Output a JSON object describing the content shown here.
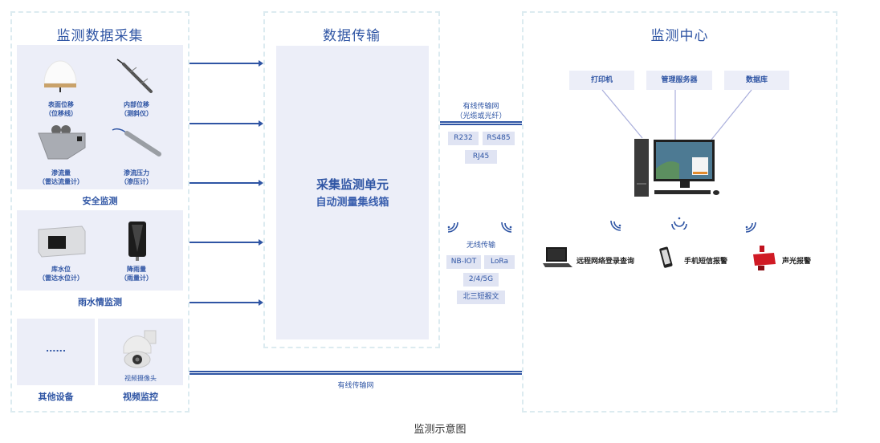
{
  "caption": "监测示意图",
  "sections": {
    "collection": {
      "title": "监测数据采集",
      "safety": {
        "label": "安全监测",
        "devices": [
          {
            "name": "表面位移",
            "sub": "（位移线）"
          },
          {
            "name": "内部位移",
            "sub": "（测斜仪）"
          },
          {
            "name": "渗流量",
            "sub": "（雷达流量计）"
          },
          {
            "name": "渗流压力",
            "sub": "（渗压计）"
          }
        ]
      },
      "rain": {
        "label": "雨水情监测",
        "devices": [
          {
            "name": "库水位",
            "sub": "（雷达水位计）"
          },
          {
            "name": "降雨量",
            "sub": "（雨量计）"
          }
        ]
      },
      "other": {
        "label": "其他设备",
        "ellipsis": "......"
      },
      "video": {
        "label": "视频监控",
        "device": "视频摄像头"
      }
    },
    "transmission": {
      "title": "数据传输",
      "unit_line1": "采集监测单元",
      "unit_line2": "自动测量集线箱",
      "wired": {
        "label_line1": "有线传输网",
        "label_line2": "（光缆或光纤）",
        "tags": [
          "R232",
          "RS485",
          "RJ45"
        ]
      },
      "wireless": {
        "label": "无线传输",
        "tags": [
          "NB-IOT",
          "LoRa",
          "2/4/5G",
          "北三短报文"
        ]
      },
      "bottom_wired_label": "有线传输网"
    },
    "center": {
      "title": "监测中心",
      "nodes": [
        "打印机",
        "管理服务器",
        "数据库"
      ],
      "outputs": [
        "远程网络登录查询",
        "手机短信报警",
        "声光报警"
      ]
    }
  },
  "colors": {
    "primary": "#2f55a4",
    "panel": "#eceef8",
    "dashed": "#dcebf0",
    "tag": "#e0e4f3"
  }
}
